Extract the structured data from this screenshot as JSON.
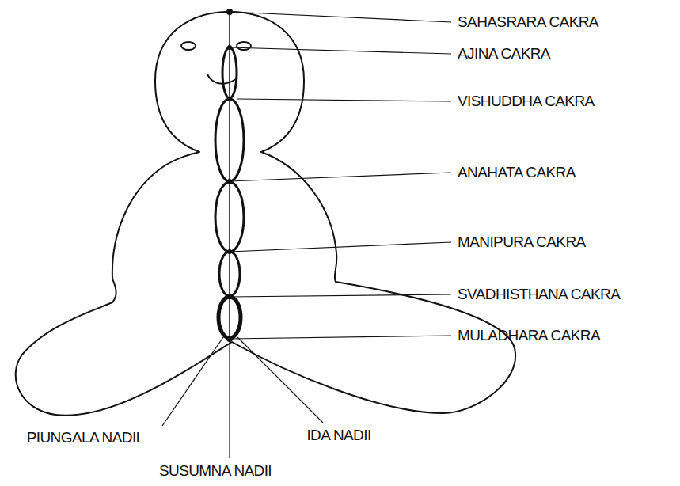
{
  "diagram": {
    "labels": [
      "SAHASRARA CAKRA",
      "AJINA CAKRA",
      "VISHUDDHA CAKRA",
      "ANAHATA CAKRA",
      "MANIPURA CAKRA",
      "SVADHISTHANA CAKRA",
      "MULADHARA CAKRA",
      "PIUNGALA NADII",
      "IDA NADII",
      "SUSUMNA NADII"
    ]
  }
}
